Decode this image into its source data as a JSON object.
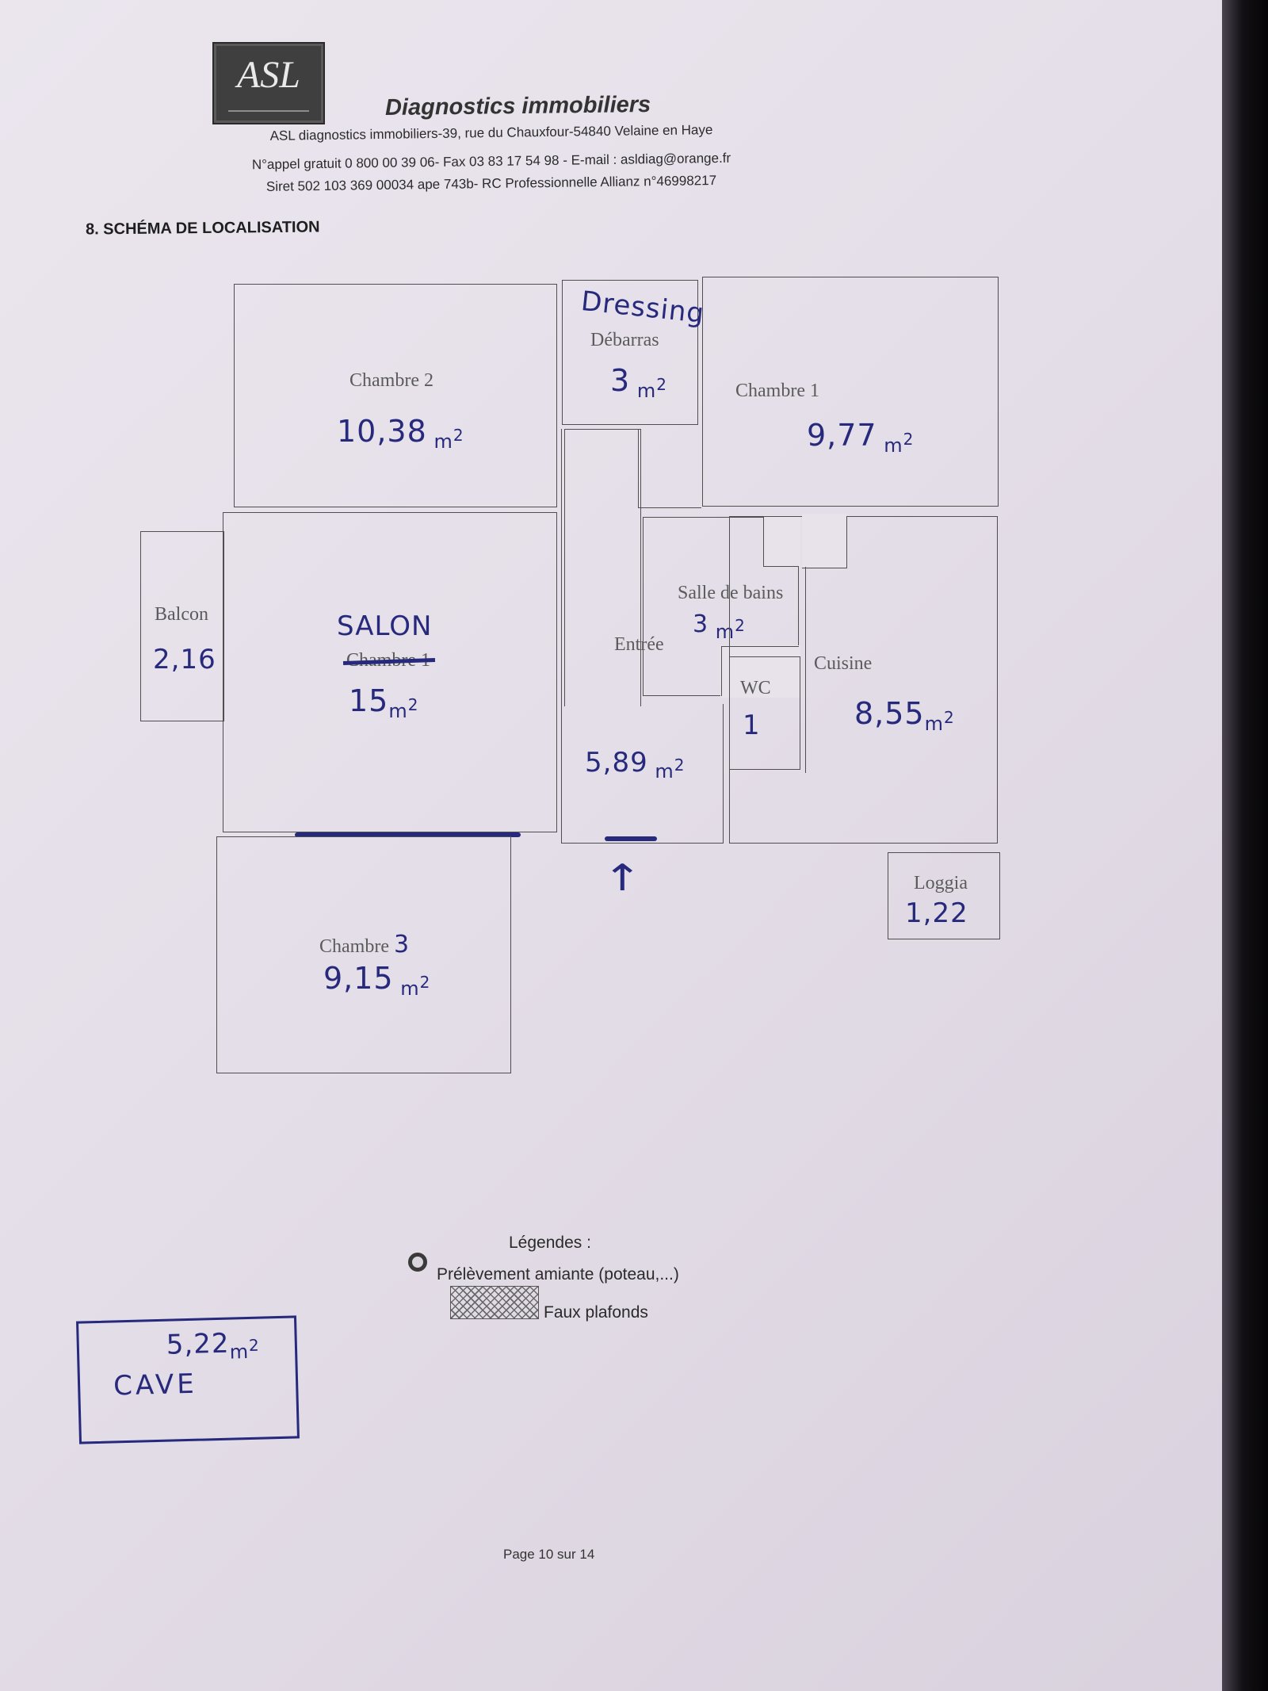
{
  "header": {
    "logo_text": "ASL",
    "company_title": "Diagnostics immobiliers",
    "address_line": "ASL diagnostics immobiliers-39, rue du Chauxfour-54840 Velaine en Haye",
    "contact_line": "N°appel gratuit 0 800 00 39 06- Fax 03 83 17 54 98 - E-mail : asldiag@orange.fr",
    "siret_line": "Siret 502 103 369 00034 ape 743b- RC Professionnelle Allianz n°46998217"
  },
  "section_title": "8. SCHÉMA DE LOCALISATION",
  "plan": {
    "chambre2": {
      "label": "Chambre 2",
      "area": "10,38"
    },
    "dressing": {
      "handwritten": "Dressing",
      "label": "Débarras",
      "area": "3"
    },
    "chambre1": {
      "label": "Chambre 1",
      "area": "9,77"
    },
    "balcon": {
      "label": "Balcon",
      "area": "2,16"
    },
    "salon": {
      "handwritten": "SALON",
      "struck_label": "Chambre 1",
      "area": "15"
    },
    "salle_de_bains": {
      "label": "Salle de bains",
      "area": "3"
    },
    "entree": {
      "label": "Entrée",
      "area": "5,89"
    },
    "wc": {
      "label": "WC",
      "area": "1"
    },
    "cuisine": {
      "label": "Cuisine",
      "area": "8,55"
    },
    "loggia": {
      "label": "Loggia",
      "area": "1,22"
    },
    "chambre3": {
      "label": "Chambre",
      "number": "3",
      "area": "9,15"
    },
    "unit": "m",
    "unit_exp": "2"
  },
  "legend": {
    "title": "Légendes :",
    "items": [
      {
        "icon": "circle-icon",
        "label": "Prélèvement amiante (poteau,...)"
      },
      {
        "icon": "hatch-pattern",
        "label": "Faux plafonds"
      }
    ]
  },
  "cave": {
    "area": "5,22",
    "label": "CAVE"
  },
  "footer": {
    "page": "Page 10 sur 14"
  },
  "colors": {
    "ink": "#272a7c",
    "print": "#4f4f4f",
    "paper": "#e8e3eb"
  }
}
